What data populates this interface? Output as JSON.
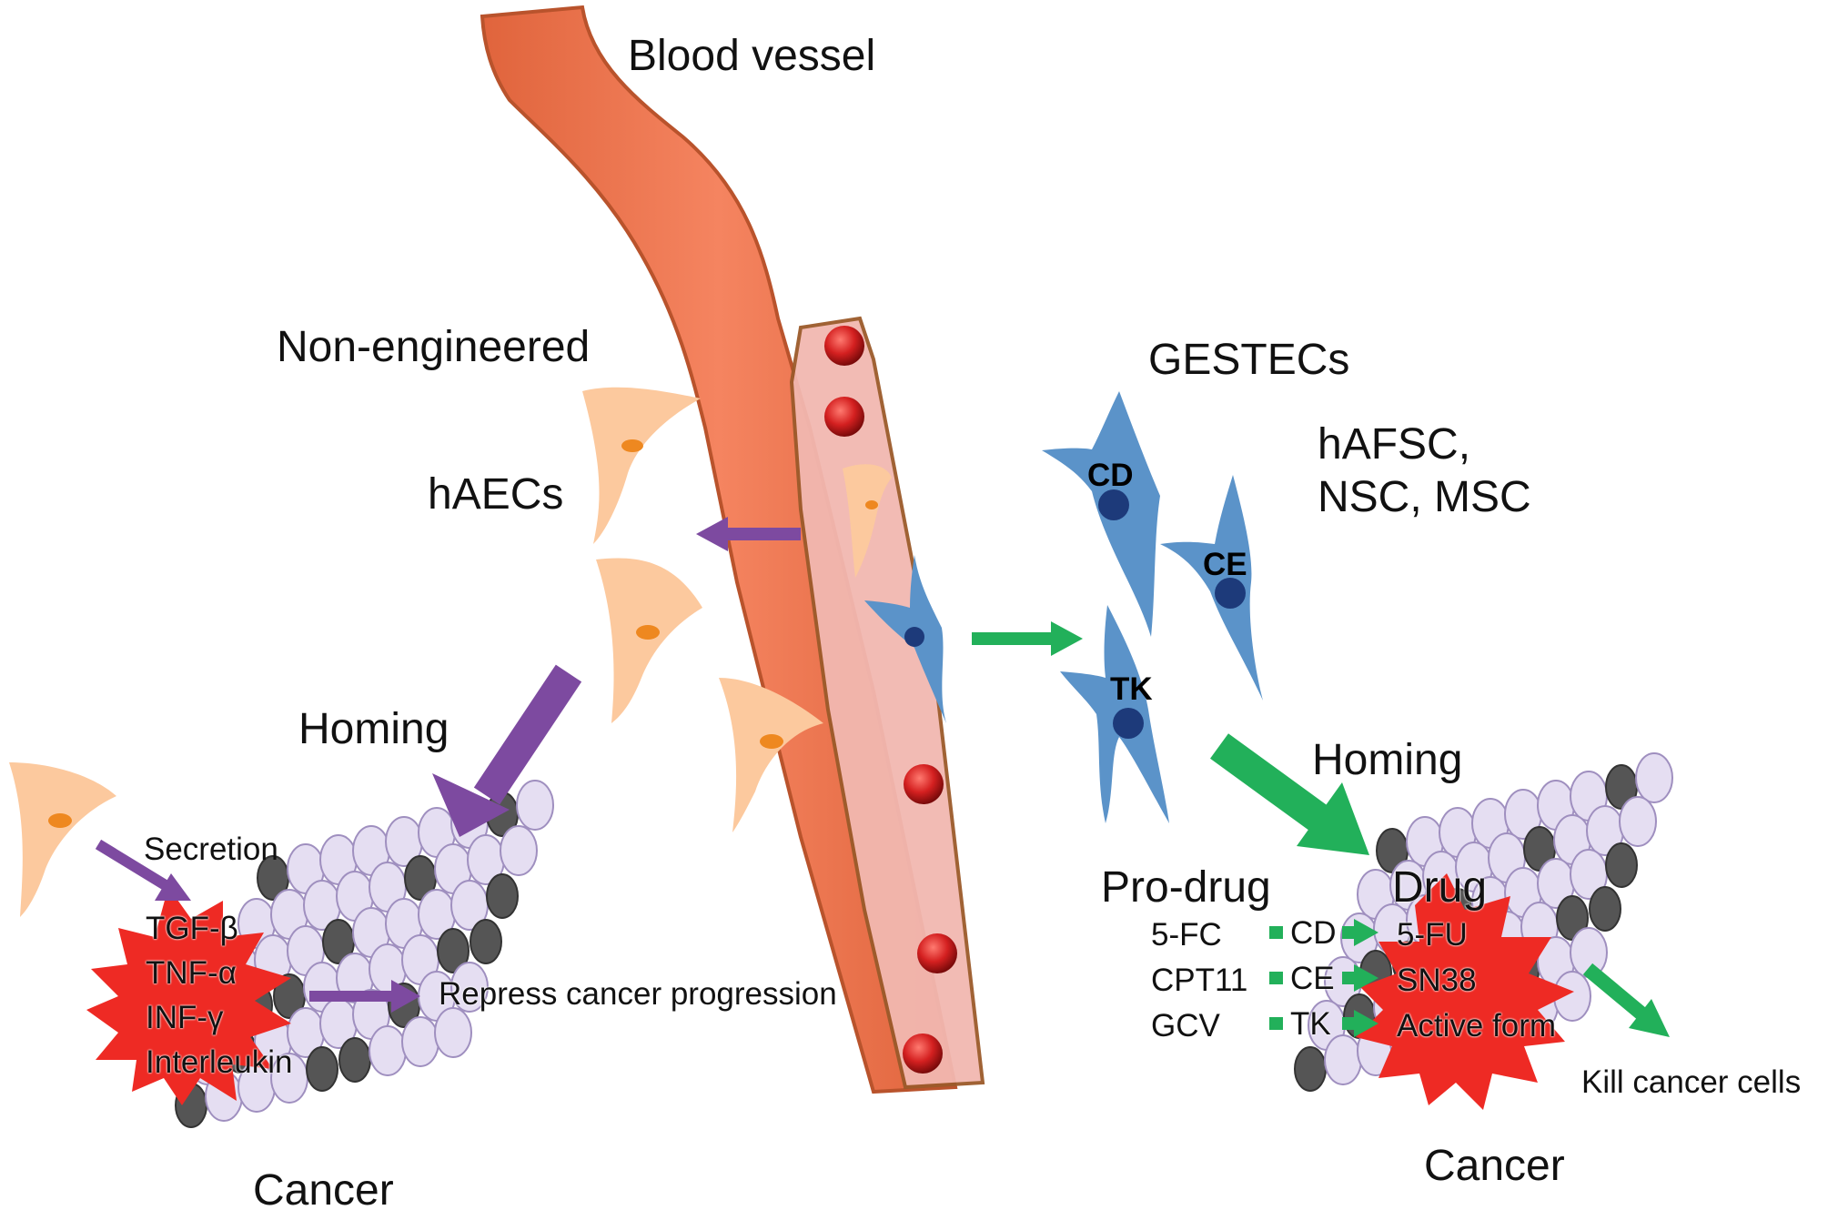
{
  "labels": {
    "blood_vessel": "Blood vessel",
    "non_engineered": "Non-engineered",
    "haecs": "hAECs",
    "gestecs": "GESTECs",
    "hafsc_line1": "hAFSC,",
    "hafsc_line2": "NSC, MSC",
    "homing_left": "Homing",
    "homing_right": "Homing",
    "secretion": "Secretion",
    "repress": "Repress cancer progression",
    "cancer_left": "Cancer",
    "cancer_right": "Cancer",
    "pro_drug": "Pro-drug",
    "drug": "Drug",
    "kill": "Kill cancer cells"
  },
  "cytokines": [
    "TGF-β",
    "TNF-α",
    "INF-γ",
    "Interleukin"
  ],
  "enzymes_on_cells": [
    "CD",
    "CE",
    "TK"
  ],
  "conversion_rows": [
    {
      "prodrug": "5-FC",
      "enzyme": "CD",
      "product": "5-FU"
    },
    {
      "prodrug": "CPT11",
      "enzyme": "CE",
      "product": "SN38"
    },
    {
      "prodrug": "GCV",
      "enzyme": "TK",
      "product": "Active form"
    }
  ],
  "colors": {
    "vessel": "#f07a52",
    "vessel_lumen": "#f2b8b0",
    "blood_cell": "#d42020",
    "hAEC_cell": "#fcc99e",
    "hAEC_nucleus": "#ee8820",
    "gestec_cell": "#5b93c9",
    "gestec_nucleus": "#1d3a7a",
    "purple_arrow": "#7d4aa0",
    "green_arrow": "#22b05a",
    "starburst": "#ee2a24",
    "cancer_cell": "#e5def2",
    "cancer_dark": "#555555"
  }
}
